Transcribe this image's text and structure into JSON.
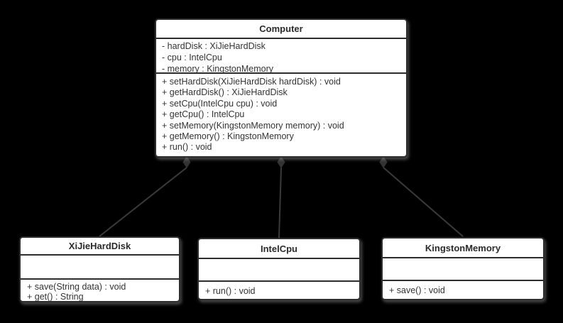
{
  "colors": {
    "background": "#000000",
    "box_fill": "#ffffff",
    "box_border": "#2d2d2d",
    "connector": "#3a3a3a",
    "diamond_fill": "#333333",
    "text": "#333333"
  },
  "classes": {
    "computer": {
      "name": "Computer",
      "attributes": [
        "- hardDisk : XiJieHardDisk",
        "- cpu : IntelCpu",
        "- memory : KingstonMemory"
      ],
      "methods": [
        "+ setHardDisk(XiJieHardDisk hardDisk) : void",
        "+ getHardDisk() : XiJieHardDisk",
        "+ setCpu(IntelCpu cpu) : void",
        "+ getCpu() : IntelCpu",
        "+ setMemory(KingstonMemory memory) : void",
        "+ getMemory() : KingstonMemory",
        "+ run() : void"
      ]
    },
    "xijieharddisk": {
      "name": "XiJieHardDisk",
      "attributes": [],
      "methods": [
        "+ save(String data) : void",
        "+ get() : String"
      ]
    },
    "intelcpu": {
      "name": "IntelCpu",
      "attributes": [],
      "methods": [
        "+ run() : void"
      ]
    },
    "kingstonmemory": {
      "name": "KingstonMemory",
      "attributes": [],
      "methods": [
        "+ save() : void"
      ]
    }
  },
  "relationships": [
    {
      "from": "Computer",
      "to": "XiJieHardDisk",
      "type": "composition",
      "diamond_at": "Computer"
    },
    {
      "from": "Computer",
      "to": "IntelCpu",
      "type": "composition",
      "diamond_at": "Computer"
    },
    {
      "from": "Computer",
      "to": "KingstonMemory",
      "type": "composition",
      "diamond_at": "Computer"
    }
  ]
}
